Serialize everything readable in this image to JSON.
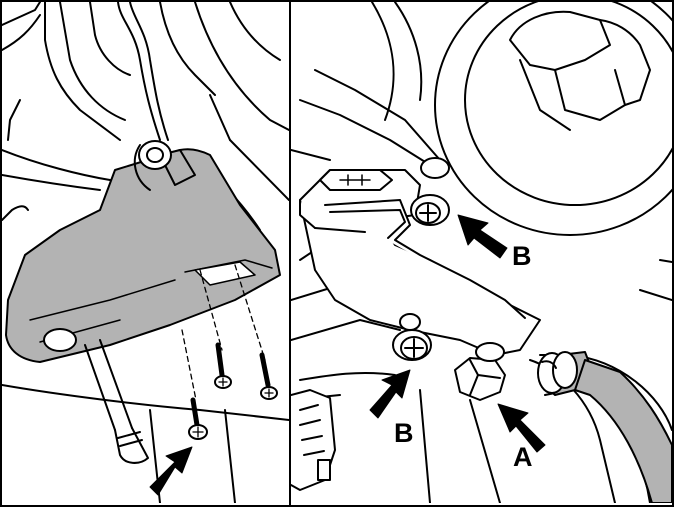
{
  "figure": {
    "panels": [
      {
        "id": "left",
        "subject": "shield-plate-with-screws",
        "labels": []
      },
      {
        "id": "right",
        "subject": "bracket-with-bolts",
        "labels": [
          "B",
          "B",
          "A"
        ]
      }
    ],
    "colors": {
      "line": "#000000",
      "background": "#ffffff",
      "shaded_part": "#b3b3b3"
    }
  },
  "callouts": {
    "b_upper": "B",
    "b_lower": "B",
    "a": "A"
  }
}
